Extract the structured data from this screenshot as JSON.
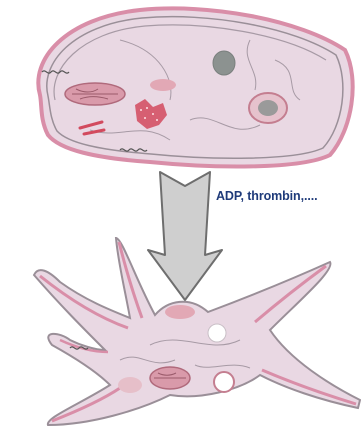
{
  "caption": "ADP, thrombin,....",
  "colors": {
    "cytoplasm": "#e9d8e3",
    "membrane_outer": "#d98ea8",
    "membrane_inner": "#9a8f98",
    "nucleus_gray": "#8c9290",
    "granule_pink": "#d99aaa",
    "mito_red": "#d24a5e",
    "vesicle_white": "#ffffff",
    "arrow_fill": "#cfcfcf",
    "arrow_stroke": "#6e6e6e",
    "caption_text": "#1f3b7a"
  },
  "icons": [
    "resting-platelet",
    "activated-platelet",
    "down-arrow"
  ]
}
